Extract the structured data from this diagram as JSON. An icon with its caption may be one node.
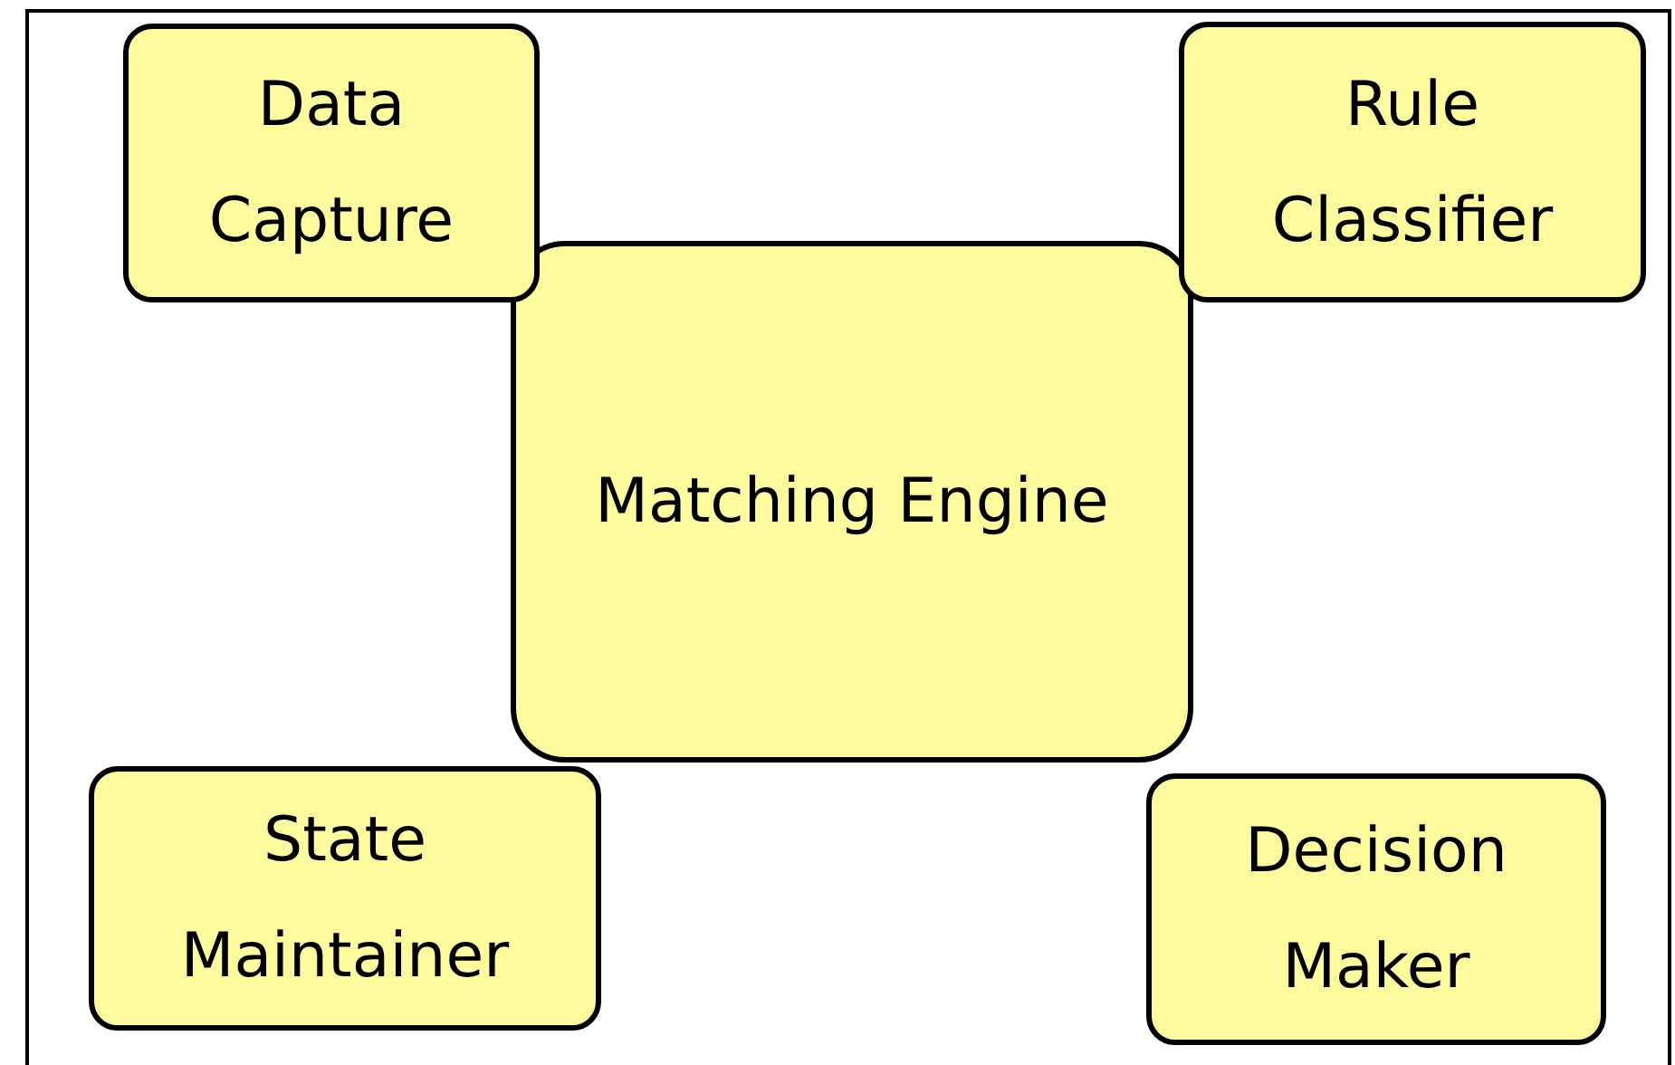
{
  "diagram": {
    "nodes": [
      {
        "text": [
          "Data Capture"
        ]
      },
      {
        "text": [
          "Rule Classifier"
        ]
      },
      {
        "text": [
          "Matching Engine"
        ]
      },
      {
        "text": [
          "State Maintainer"
        ]
      },
      {
        "text": [
          "Decision Maker"
        ]
      }
    ]
  }
}
